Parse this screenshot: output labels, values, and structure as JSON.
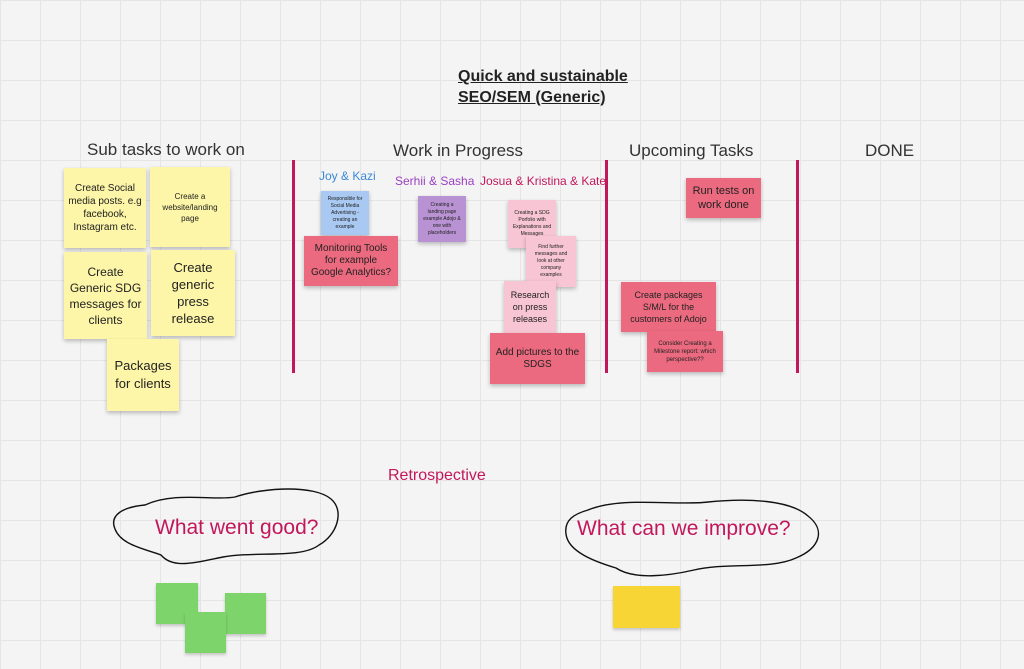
{
  "board": {
    "title": "Quick and sustainable\nSEO/SEM  (Generic)",
    "columns": [
      {
        "title": "Sub tasks to work on"
      },
      {
        "title": "Work in Progress"
      },
      {
        "title": "Upcoming Tasks"
      },
      {
        "title": "DONE"
      }
    ],
    "assignees": {
      "joy_kazi": "Joy & Kazi",
      "serhii_sasha": "Serhii & Sasha",
      "josua_kristina_kate": "Josua & Kristina & Kate"
    },
    "notes": {
      "social_media": "Create Social media posts. e.g facebook, Instagram etc.",
      "website": "Create a website/landing page",
      "sdg_messages": "Create Generic SDG messages for clients",
      "press_release": "Create generic press release",
      "packages": "Packages for clients",
      "social_ads": "Responsible for Social Media Advertising - creating an example",
      "monitoring": "Monitoring Tools for example Google Analytics?",
      "landing_page": "Creating a landing page example Adojo & one with placeholders",
      "sdg_portfolio": "Creating a SDG Porfolio with Explanations and Messages",
      "find_messages": "Find further messages and look at other company examples",
      "research": "Research on press releases",
      "pictures": "Add pictures to the SDGS",
      "run_tests": "Run tests on work done",
      "create_packages": "Create packages S/M/L for the customers of Adojo",
      "milestone": "Consider Creating a Milestone report: which perspective??"
    },
    "retrospective": {
      "label": "Retrospective",
      "went_good": "What went good?",
      "improve": "What can we improve?"
    },
    "colors": {
      "accent": "#c2185b",
      "yellow_note": "#fdf6a8",
      "red_note": "#ec6a7f",
      "pink_note": "#f7c5d3",
      "blue_note": "#a9c9f2",
      "purple_note": "#b992d3",
      "green_note": "#7dd46a",
      "gold_note": "#f7d535"
    }
  }
}
